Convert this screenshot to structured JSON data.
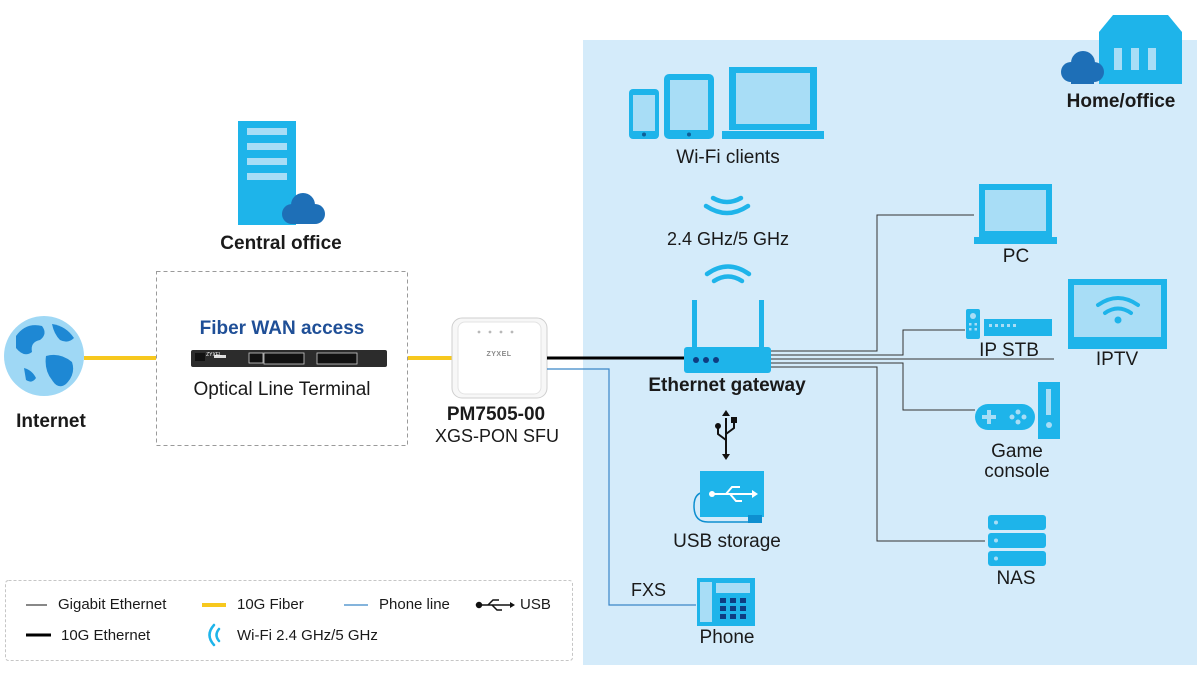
{
  "home_office": {
    "title": "Home/office",
    "wifi_clients": "Wi-Fi clients",
    "band": "2.4 GHz/5 GHz",
    "gateway": "Ethernet gateway",
    "usb_storage": "USB storage",
    "phone": "Phone",
    "fxs": "FXS",
    "pc": "PC",
    "ip_stb": "IP STB",
    "iptv": "IPTV",
    "game_console_line1": "Game",
    "game_console_line2": "console",
    "nas": "NAS"
  },
  "central_office": {
    "title": "Central office",
    "fiber_wan": "Fiber WAN access",
    "olt": "Optical Line Terminal"
  },
  "internet": "Internet",
  "device": {
    "model": "PM7505-00",
    "type": "XGS-PON SFU",
    "brand_on_device": "ZYXEL"
  },
  "legend": {
    "gigabit_ethernet": "Gigabit Ethernet",
    "fiber_10g": "10G Fiber",
    "phone_line": "Phone line",
    "usb": "USB",
    "ethernet_10g": "10G Ethernet",
    "wifi": "Wi-Fi 2.4 GHz/5 GHz"
  },
  "colors": {
    "home_zone": "#d4ebfa",
    "device_blue": "#1eb4ea",
    "device_light": "#a8ddf6",
    "fiber": "#f7c81e",
    "phone_line": "#3a86c8",
    "wan_title": "#1f4f97"
  }
}
